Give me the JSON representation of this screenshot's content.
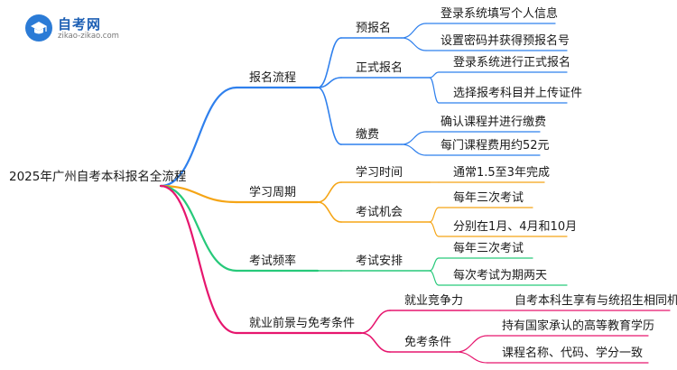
{
  "logo": {
    "title": "自考网",
    "url": "zikao-zikao.com"
  },
  "mindmap": {
    "root": "2025年广州自考本科报名全流程",
    "colors": {
      "blue": "#2f80ed",
      "orange": "#f5a516",
      "green": "#27c97a",
      "magenta": "#e6166e"
    },
    "branches": [
      {
        "label": "报名流程",
        "color": "blue",
        "children": [
          {
            "label": "预报名",
            "children": [
              "登录系统填写个人信息",
              "设置密码并获得预报名号"
            ]
          },
          {
            "label": "正式报名",
            "children": [
              "登录系统进行正式报名",
              "选择报考科目并上传证件"
            ]
          },
          {
            "label": "缴费",
            "children": [
              "确认课程并进行缴费",
              "每门课程费用约52元"
            ]
          }
        ]
      },
      {
        "label": "学习周期",
        "color": "orange",
        "children": [
          {
            "label": "学习时间",
            "children": [
              "通常1.5至3年完成"
            ]
          },
          {
            "label": "考试机会",
            "children": [
              "每年三次考试",
              "分别在1月、4月和10月"
            ]
          }
        ]
      },
      {
        "label": "考试频率",
        "color": "green",
        "children": [
          {
            "label": "考试安排",
            "children": [
              "每年三次考试",
              "每次考试为期两天"
            ]
          }
        ]
      },
      {
        "label": "就业前景与免考条件",
        "color": "magenta",
        "children": [
          {
            "label": "就业竞争力",
            "children": [
              "自考本科生享有与统招生相同机会"
            ]
          },
          {
            "label": "免考条件",
            "children": [
              "持有国家承认的高等教育学历",
              "课程名称、代码、学分一致"
            ]
          }
        ]
      }
    ]
  }
}
